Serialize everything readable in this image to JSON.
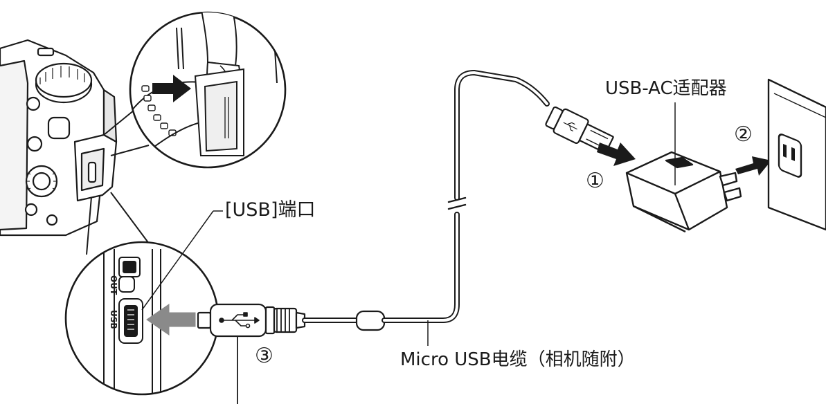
{
  "labels": {
    "usb_port": "[USB]端口",
    "adapter": "USB-AC适配器",
    "cable": "Micro USB电缆（相机随附）"
  },
  "steps": {
    "step1": "①",
    "step2": "②",
    "step3": "③"
  },
  "colors": {
    "line": "#1a1a1a",
    "gray": "#666666",
    "fill_light": "#f4f4f4",
    "fill_mid": "#d9d9d9"
  },
  "icons": {
    "usb_logo": "usb-trident-icon",
    "arrows": "arrow-right-icon"
  }
}
